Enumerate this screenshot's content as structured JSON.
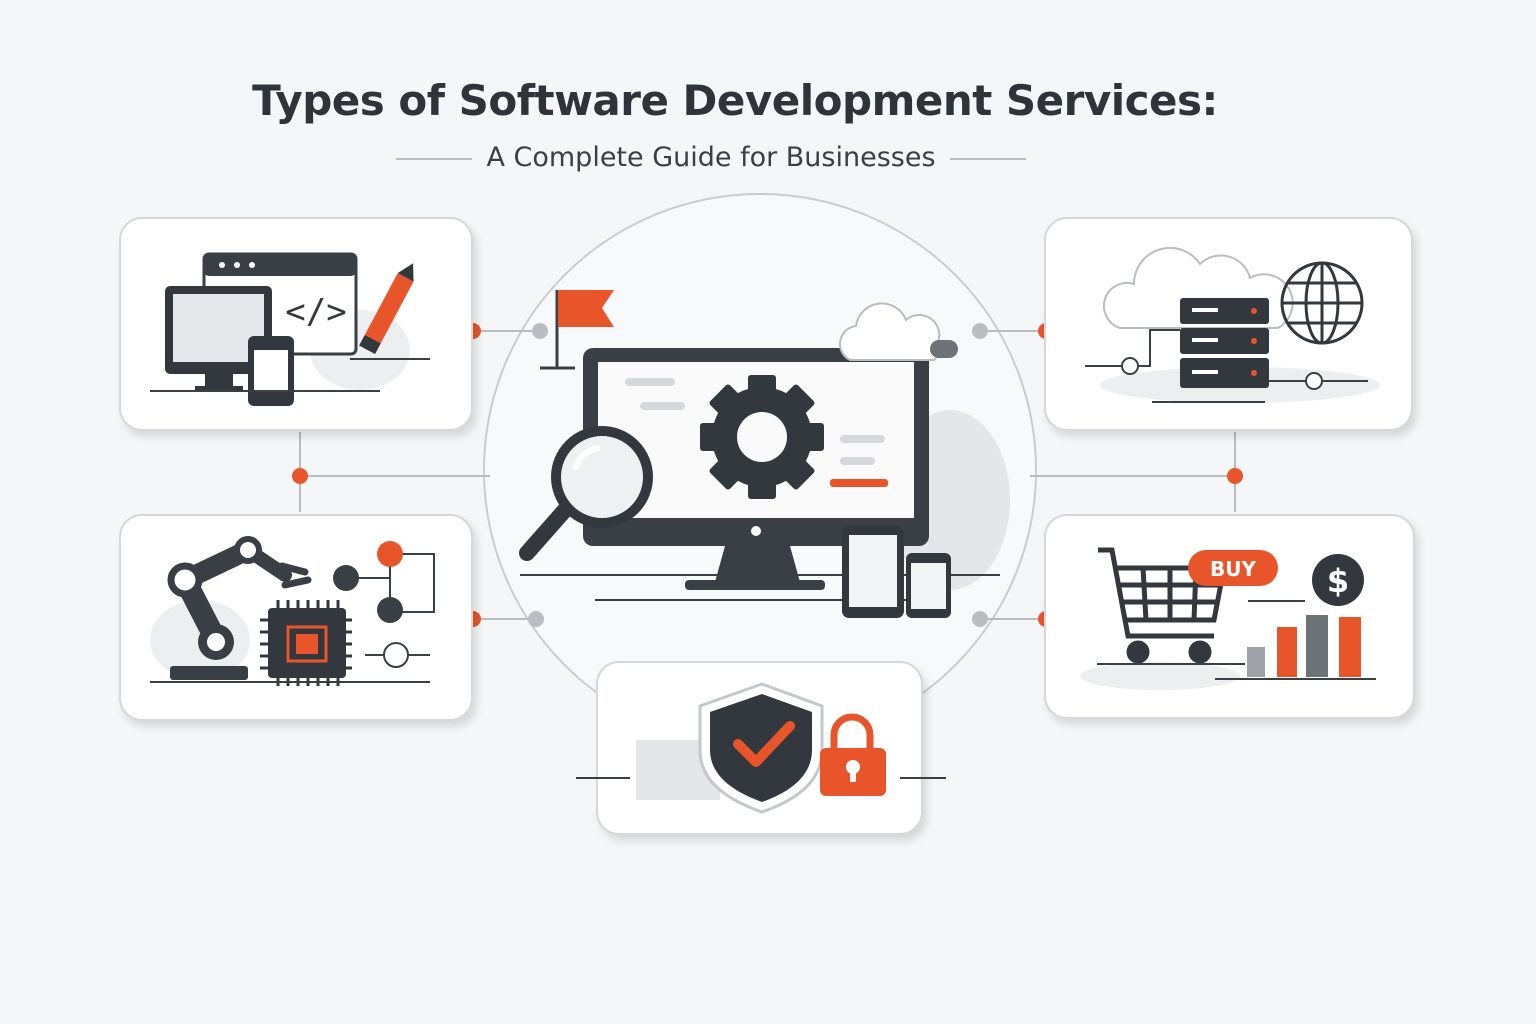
{
  "header": {
    "title": "Types of Software Development Services:",
    "subtitle": "A Complete Guide for Businesses"
  },
  "center": {
    "icons": [
      "monitor-icon",
      "gear-icon",
      "magnifier-icon",
      "flag-icon",
      "cloud-icon",
      "tablet-icon",
      "phone-icon"
    ]
  },
  "cards": [
    {
      "id": "web-app-development",
      "icons": [
        "monitor-icon",
        "browser-window-icon",
        "code-icon",
        "phone-icon",
        "pencil-icon"
      ]
    },
    {
      "id": "cloud-development",
      "icons": [
        "cloud-icon",
        "server-icon",
        "globe-icon"
      ]
    },
    {
      "id": "ai-automation",
      "icons": [
        "robot-arm-icon",
        "chip-icon",
        "network-nodes-icon"
      ]
    },
    {
      "id": "ecommerce",
      "icons": [
        "shopping-cart-icon",
        "dollar-icon",
        "bar-chart-icon"
      ],
      "badge": "BUY"
    },
    {
      "id": "security",
      "icons": [
        "shield-check-icon",
        "padlock-icon"
      ]
    }
  ],
  "colors": {
    "accent": "#e9552b",
    "dark": "#33383f",
    "muted": "#c4c7cc",
    "background": "#f5f6f8"
  }
}
